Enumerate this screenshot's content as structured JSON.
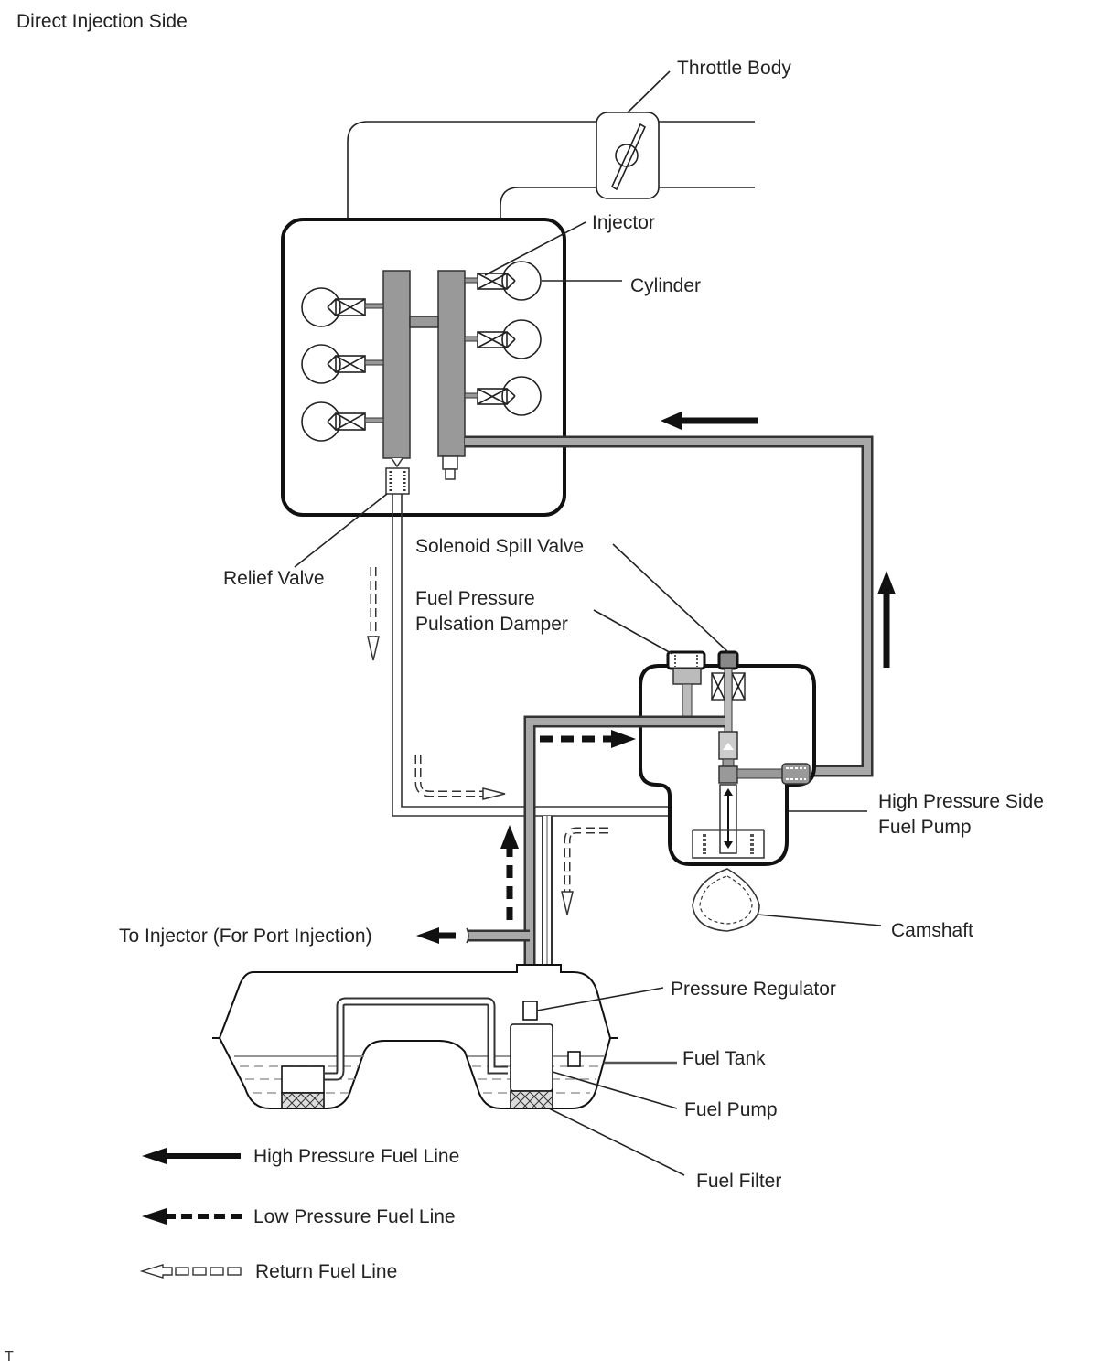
{
  "title": "Direct Injection Side",
  "footer_mark": "T",
  "labels": {
    "throttle_body": "Throttle Body",
    "injector": "Injector",
    "cylinder": "Cylinder",
    "relief_valve": "Relief Valve",
    "solenoid_spill_valve": "Solenoid Spill Valve",
    "pulsation_damper_line1": "Fuel Pressure",
    "pulsation_damper_line2": "Pulsation Damper",
    "hp_pump_line1": "High Pressure Side",
    "hp_pump_line2": "Fuel Pump",
    "camshaft": "Camshaft",
    "to_injector": "To Injector (For Port Injection)",
    "pressure_regulator": "Pressure Regulator",
    "fuel_tank": "Fuel Tank",
    "fuel_pump": "Fuel Pump",
    "fuel_filter": "Fuel Filter"
  },
  "legend": [
    {
      "icon": "solid-arrow-left",
      "label": "High Pressure Fuel Line"
    },
    {
      "icon": "dashed-arrow-left",
      "label": "Low Pressure Fuel Line"
    },
    {
      "icon": "hollow-arrow-left",
      "label": "Return Fuel Line"
    }
  ],
  "colors": {
    "line": "#222222",
    "pipe_fill": "#a8a8a8",
    "rail_fill": "#999999"
  }
}
